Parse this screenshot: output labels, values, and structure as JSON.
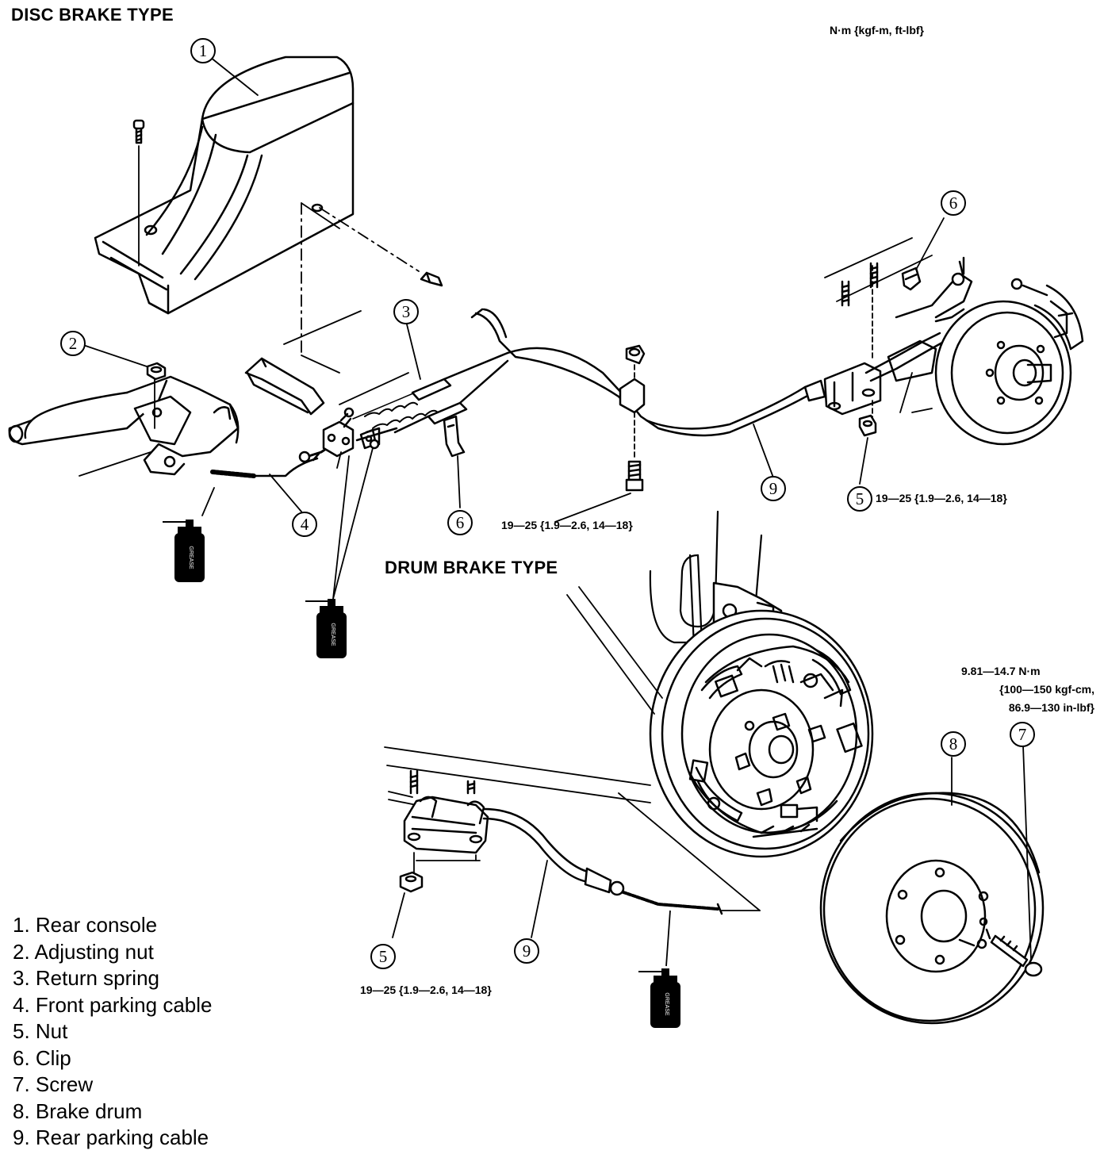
{
  "titles": {
    "disc": "DISC BRAKE TYPE",
    "drum": "DRUM BRAKE TYPE"
  },
  "units_note": "N·m {kgf-m, ft-lbf}",
  "torque_specs": {
    "disc_bolt": "19—25 {1.9—2.6, 14—18}",
    "disc_nut": "19—25 {1.9—2.6, 14—18}",
    "drum_nut": "19—25 {1.9—2.6, 14—18}",
    "screw_line1": "9.81—14.7 N·m",
    "screw_line2": "{100—150 kgf-cm,",
    "screw_line3": "86.9—130 in-lbf}"
  },
  "callouts": {
    "c1": "1",
    "c2": "2",
    "c3": "3",
    "c4": "4",
    "c5a": "5",
    "c5b": "5",
    "c6a": "6",
    "c6b": "6",
    "c7": "7",
    "c8": "8",
    "c9a": "9",
    "c9b": "9"
  },
  "grease_label": "GREASE",
  "legend": [
    "1. Rear console",
    "2. Adjusting nut",
    "3. Return spring",
    "4. Front parking cable",
    "5. Nut",
    "6. Clip",
    "7. Screw",
    "8. Brake drum",
    "9. Rear parking cable"
  ]
}
